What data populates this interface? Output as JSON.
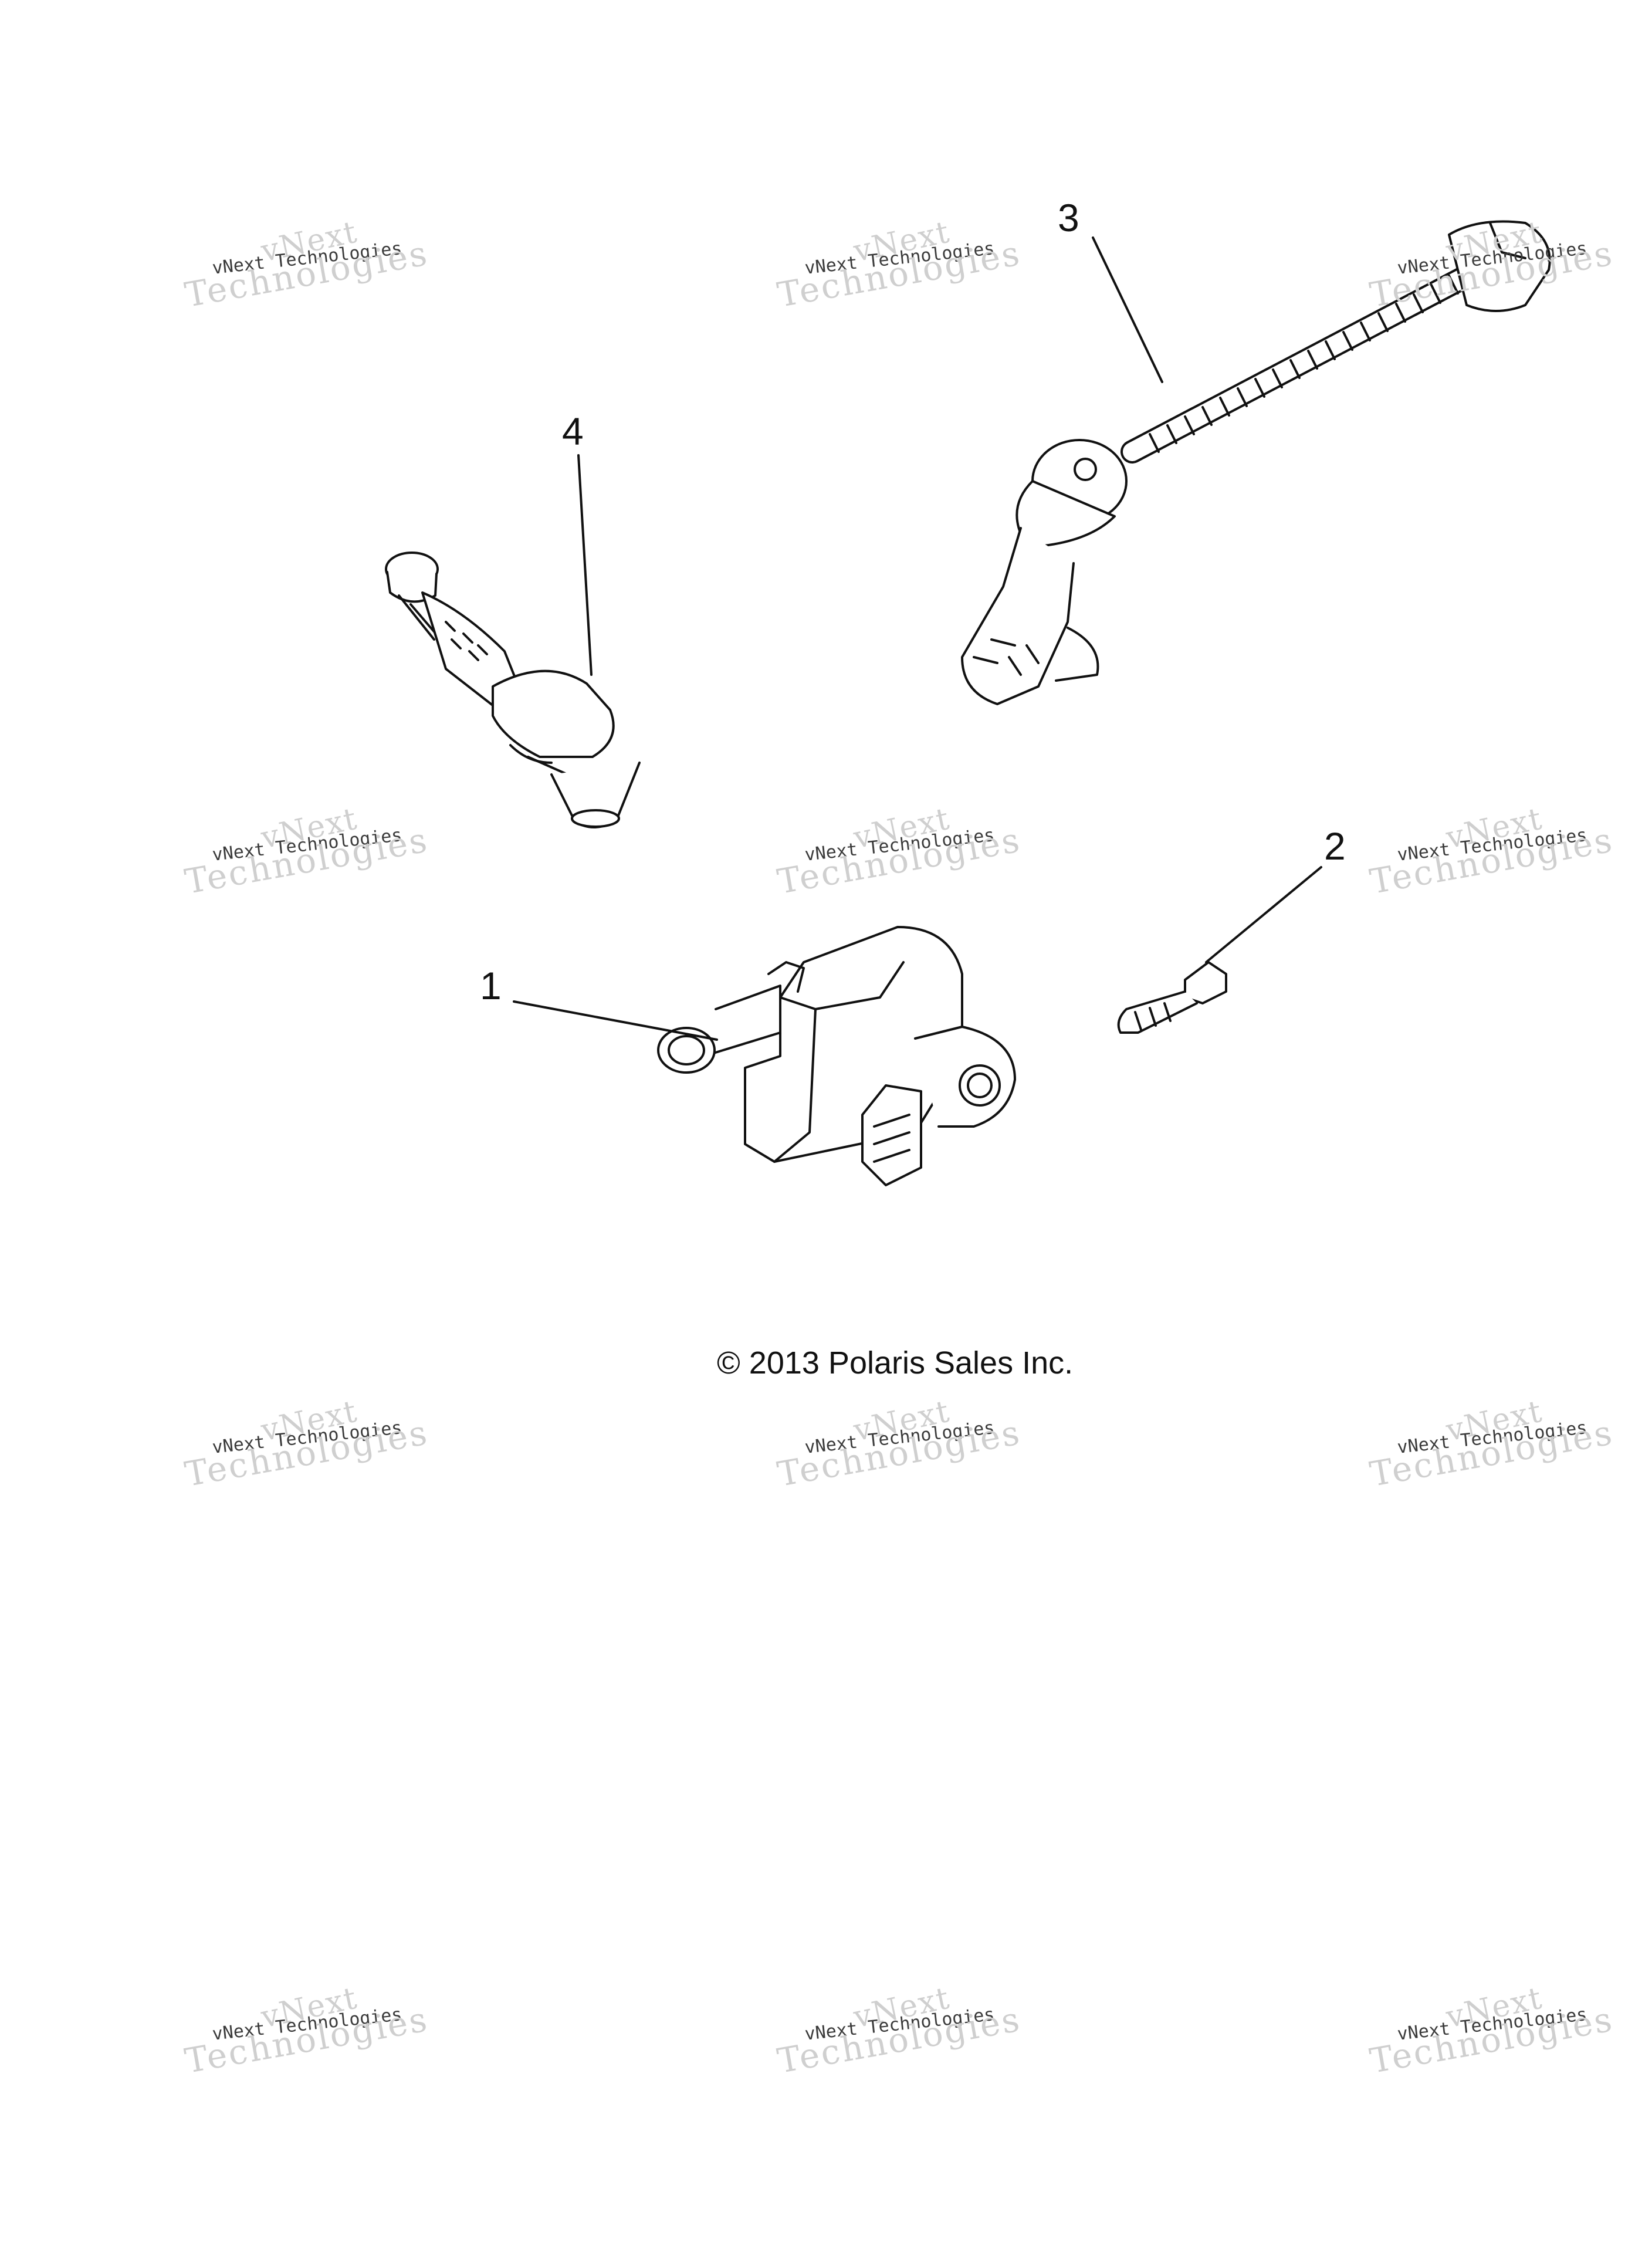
{
  "diagram": {
    "callouts": [
      {
        "id": "1",
        "label": "1"
      },
      {
        "id": "2",
        "label": "2"
      },
      {
        "id": "3",
        "label": "3"
      },
      {
        "id": "4",
        "label": "4"
      }
    ],
    "copyright": "© 2013 Polaris Sales Inc.",
    "watermark": {
      "line1": "vNext",
      "line2": "vNext Technologies",
      "line3": "Technologies"
    },
    "colors": {
      "line": "#111111",
      "watermark": "#cfcfcf",
      "background": "#ffffff"
    }
  }
}
